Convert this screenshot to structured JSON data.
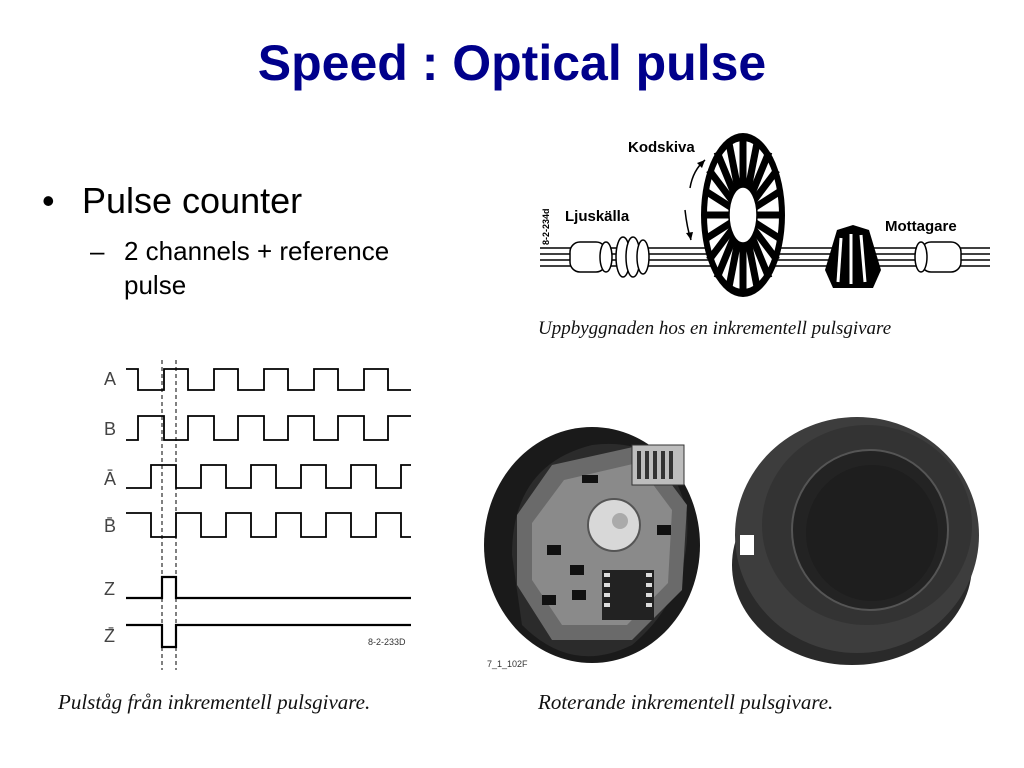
{
  "slide": {
    "title": "Speed : Optical pulse",
    "bullet": {
      "text": "Pulse counter",
      "sub": "2 channels + reference pulse"
    }
  },
  "encoder_diagram": {
    "labels": {
      "disc": "Kodskiva",
      "source": "Ljuskälla",
      "receiver": "Mottagare",
      "ref_code": "8-2-234d"
    },
    "caption": "Uppbyggnaden hos en  inkrementell pulsgivare"
  },
  "pulse_diagram": {
    "channels": [
      "A",
      "B",
      "Ā",
      "B̄",
      "Z",
      "Z̄"
    ],
    "ref_code": "8-2-233D",
    "caption": "Pulståg från inkrementell pulsgivare."
  },
  "photo": {
    "code": "7_1_102F",
    "caption": "Roterande inkrementell pulsgivare."
  },
  "colors": {
    "title": "#00008b",
    "text": "#000000"
  }
}
